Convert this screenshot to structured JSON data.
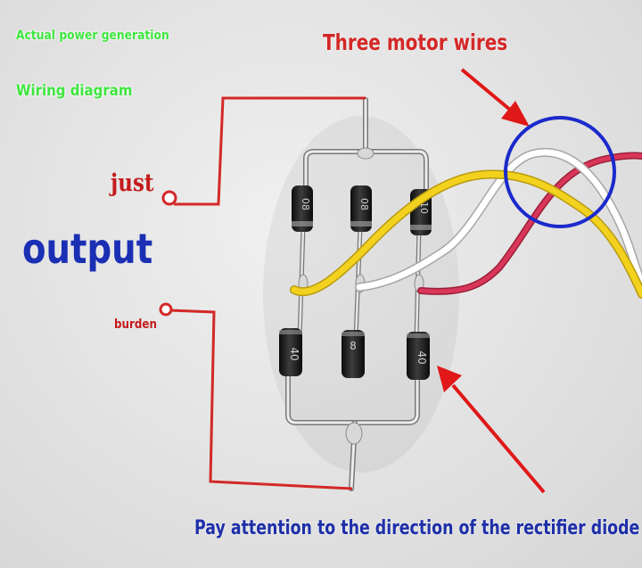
{
  "labels": {
    "actual_power": "Actual power generation",
    "wiring_diagram": "Wiring diagram",
    "three_motor_wires": "Three motor wires",
    "just": "just",
    "output": "output",
    "burden": "burden",
    "pay_attention": "Pay attention to the direction of the rectifier diode"
  },
  "diode_markings": {
    "top_left": "08",
    "top_middle": "08",
    "top_right": "10",
    "bottom_left": "40",
    "bottom_middle": "8",
    "bottom_right": "40"
  },
  "colors": {
    "annotation_red": "#d42828",
    "label_green": "#3ee63e",
    "output_blue": "#1a2fb4",
    "circle_blue": "#1a2acc",
    "wire_yellow": "#f2d21e",
    "wire_white": "#ffffff",
    "wire_pink": "#d8365a",
    "diode_body": "#1c1c1c"
  }
}
